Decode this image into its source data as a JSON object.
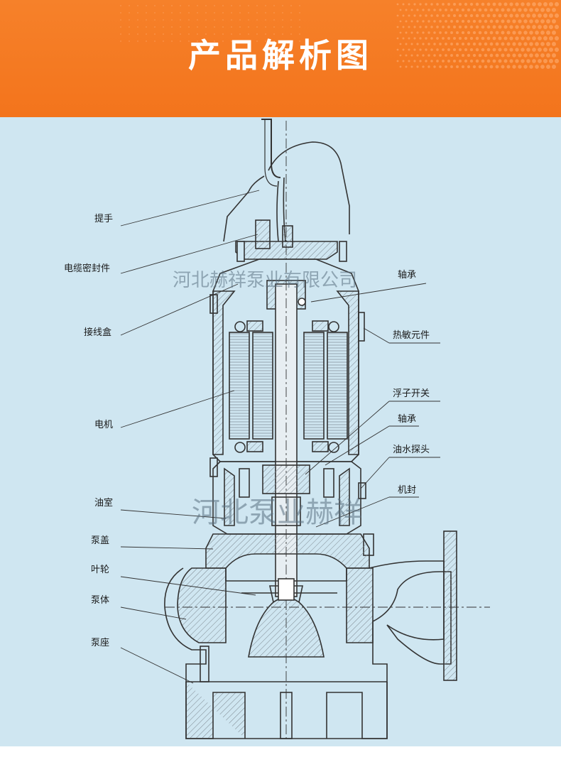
{
  "header": {
    "title": "产品解析图"
  },
  "watermarks": {
    "top": "河北赫祥泵业有限公司",
    "middle": "河北泵业赫祥"
  },
  "labels": {
    "handle": "提手",
    "cable_seal": "电缆密封件",
    "junction_box": "接线盒",
    "motor": "电机",
    "oil_chamber": "油室",
    "pump_cover": "泵盖",
    "impeller": "叶轮",
    "pump_body": "泵体",
    "pump_base": "泵座",
    "bearing_top": "轴承",
    "thermistor": "热敏元件",
    "float_switch": "浮子开关",
    "bearing_bottom": "轴承",
    "oil_water_probe": "油水探头",
    "mech_seal": "机封"
  },
  "colors": {
    "header": "#f3741c",
    "panel": "#cfe6f1",
    "line": "#333333",
    "hatch": "#9aa3aa"
  }
}
